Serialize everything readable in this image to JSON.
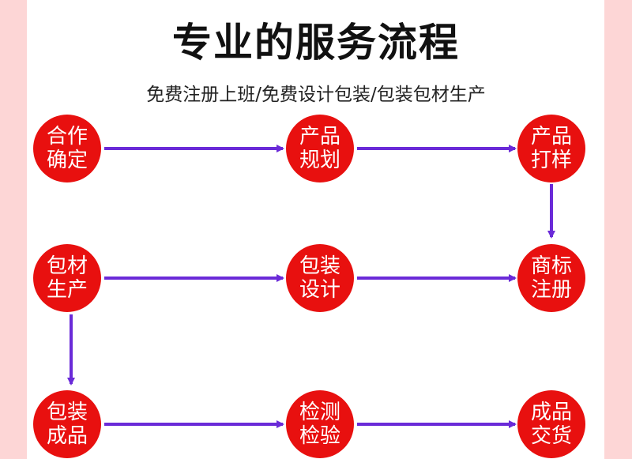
{
  "title": "专业的服务流程",
  "subtitle": "免费注册上班/免费设计包装/包装包材生产",
  "colors": {
    "circle": "#e8100f",
    "arrow": "#6a2ad8",
    "side": "#fdd6d6"
  },
  "steps": [
    {
      "l1": "合作",
      "l2": "确定"
    },
    {
      "l1": "产品",
      "l2": "规划"
    },
    {
      "l1": "产品",
      "l2": "打样"
    },
    {
      "l1": "商标",
      "l2": "注册"
    },
    {
      "l1": "包装",
      "l2": "设计"
    },
    {
      "l1": "包材",
      "l2": "生产"
    },
    {
      "l1": "包装",
      "l2": "成品"
    },
    {
      "l1": "检测",
      "l2": "检验"
    },
    {
      "l1": "成品",
      "l2": "交货"
    }
  ]
}
